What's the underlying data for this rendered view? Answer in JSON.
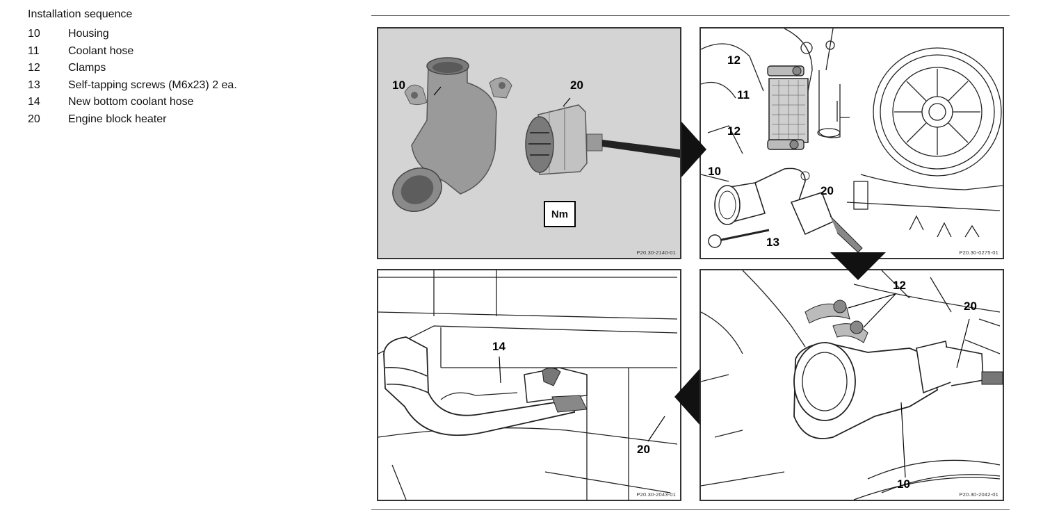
{
  "legend": {
    "heading": "Installation sequence",
    "items": [
      {
        "num": "10",
        "label": "Housing"
      },
      {
        "num": "11",
        "label": "Coolant hose"
      },
      {
        "num": "12",
        "label": "Clamps"
      },
      {
        "num": "13",
        "label": "Self-tapping screws (M6x23) 2 ea."
      },
      {
        "num": "14",
        "label": "New bottom coolant hose"
      },
      {
        "num": "20",
        "label": "Engine block heater"
      }
    ]
  },
  "figure": {
    "panels": [
      {
        "code": "P20.30-2140-01",
        "torque_label": "Nm",
        "callouts": [
          "10",
          "20"
        ]
      },
      {
        "code": "P20.30-0275-01",
        "callouts": [
          "12",
          "11",
          "12",
          "10",
          "20",
          "13"
        ]
      },
      {
        "code": "P20.30-2043-01",
        "callouts": [
          "14",
          "20"
        ]
      },
      {
        "code": "P20.30-2042-01",
        "callouts": [
          "12",
          "20",
          "10"
        ]
      }
    ]
  }
}
